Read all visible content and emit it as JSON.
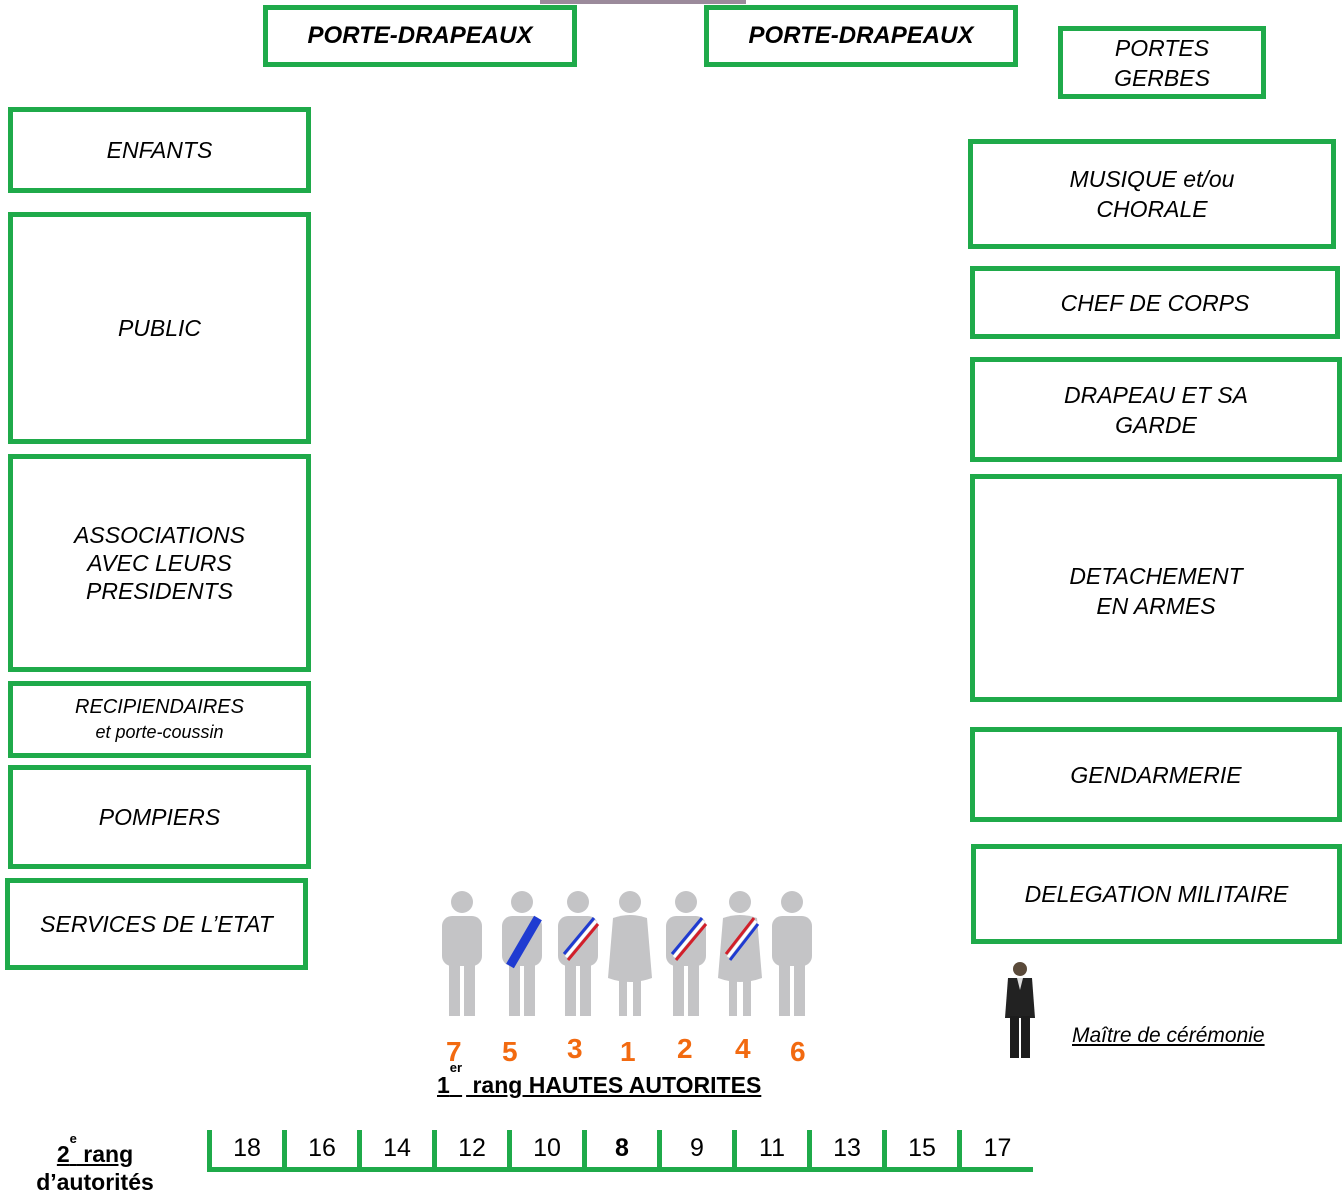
{
  "top": {
    "porte_drapeaux_left": "PORTE-DRAPEAUX",
    "porte_drapeaux_right": "PORTE-DRAPEAUX",
    "portes_gerbes": "PORTES\nGERBES"
  },
  "left": {
    "enfants": "ENFANTS",
    "public": "PUBLIC",
    "associations": "ASSOCIATIONS\nAVEC LEURS\nPRESIDENTS",
    "recipiendaires": "RECIPIENDAIRES",
    "recipiendaires_sub": "et porte-coussin",
    "pompiers": "POMPIERS",
    "services": "SERVICES DE L’ETAT"
  },
  "right": {
    "musique": "MUSIQUE et/ou\nCHORALE",
    "chef": "CHEF DE CORPS",
    "drapeau": "DRAPEAU ET SA\nGARDE",
    "detachement": "DETACHEMENT\nEN ARMES",
    "gendarmerie": "GENDARMERIE",
    "delegation": "DELEGATION MILITAIRE"
  },
  "first_rank": {
    "numbers": [
      "7",
      "5",
      "3",
      "1",
      "2",
      "4",
      "6"
    ],
    "label_num": "1",
    "label_sup": "er",
    "label_text": " rang HAUTES AUTORITES",
    "number_color": "#f26a10"
  },
  "second_rank": {
    "label_num": "2",
    "label_sup": "e",
    "label_rang": " rang",
    "label_line2": "d’autorités",
    "seats": [
      "18",
      "16",
      "14",
      "12",
      "10",
      "8",
      "9",
      "11",
      "13",
      "15",
      "17"
    ]
  },
  "maitre": {
    "label": "Maître de cérémonie"
  },
  "colors": {
    "box_border": "#1faa4a",
    "figure_gray": "#c4c4c6"
  }
}
